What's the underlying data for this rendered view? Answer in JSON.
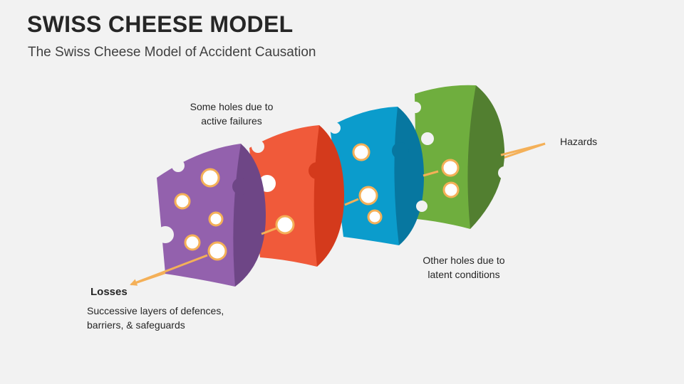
{
  "title": "SWISS CHEESE MODEL",
  "subtitle": "The Swiss Cheese Model of Accident Causation",
  "labels": {
    "active_failures": [
      "Some holes due to",
      "active failures"
    ],
    "hazards": "Hazards",
    "latent_conditions": [
      "Other holes due to",
      "latent conditions"
    ],
    "losses": "Losses",
    "layers_caption": [
      "Successive layers of defences,",
      "barriers, & safeguards"
    ]
  },
  "colors": {
    "background": "#f2f2f2",
    "arrow": "#f4b058",
    "slice_purple": "#9361ad",
    "slice_red": "#f05a3a",
    "slice_blue": "#0b9ccc",
    "slice_green": "#6fae3e"
  }
}
